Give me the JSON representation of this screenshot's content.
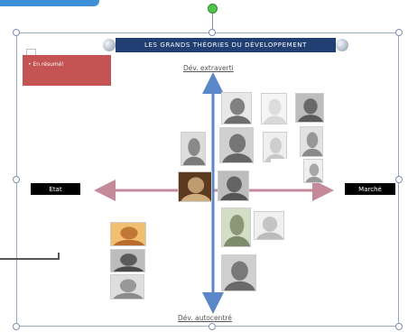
{
  "slide": {
    "title": "Les grands théories du développement",
    "summary_bullet": "En résumé!",
    "axis_top_label": "Dév. extraverti",
    "axis_bottom_label": "Dév. autocentré",
    "left_label": "Etat",
    "right_label": "Marché"
  },
  "colors": {
    "title_bar": "#223f73",
    "summary_box": "#c45353",
    "vertical_axis": "#5b86c7",
    "horizontal_axis": "#c58a9a",
    "rotation_handle": "#4fc24f",
    "top_tab": "#3d8fd8"
  },
  "icons": {
    "rotation_handle": "rotation-handle-icon",
    "resize_handle": "resize-handle-icon",
    "title_knob": "round-knob-icon"
  },
  "portraits": [
    "portrait-economist-1",
    "portrait-economist-2",
    "portrait-economist-3",
    "portrait-economist-4",
    "portrait-economist-5",
    "portrait-economist-6",
    "portrait-economist-7",
    "portrait-economist-8",
    "portrait-economist-9",
    "portrait-economist-10",
    "portrait-economist-11",
    "portrait-economist-12",
    "portrait-economist-13",
    "portrait-economist-14",
    "portrait-economist-15",
    "portrait-economist-16",
    "portrait-economist-17"
  ]
}
